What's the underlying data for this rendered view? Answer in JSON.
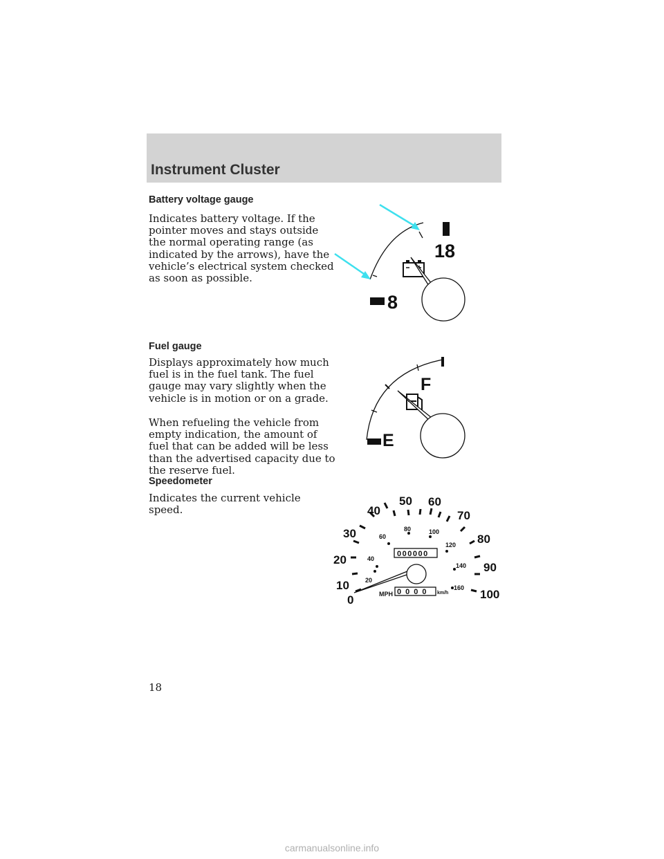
{
  "header": {
    "title": "Instrument Cluster"
  },
  "sections": {
    "battery": {
      "heading": "Battery voltage gauge",
      "text": "Indicates battery voltage. If the pointer moves and stays outside the normal operating range (as indicated by the arrows), have the vehicle’s electrical system checked as soon as possible.",
      "gauge": {
        "low_label": "8",
        "high_label": "18"
      }
    },
    "fuel": {
      "heading": "Fuel gauge",
      "text1": "Displays approximately how much fuel is in the fuel tank. The fuel gauge may vary slightly when the vehicle is in motion or on a grade.",
      "text2": "When refueling the vehicle from empty indication, the amount of fuel that can be added will be less than the advertised capacity due to the reserve fuel.",
      "gauge": {
        "empty_label": "E",
        "full_label": "F"
      }
    },
    "speedometer": {
      "heading": "Speedometer",
      "text": "Indicates the current vehicle speed.",
      "gauge": {
        "mph_labels": [
          "0",
          "10",
          "20",
          "30",
          "40",
          "50",
          "60",
          "70",
          "80",
          "90",
          "100"
        ],
        "kmh_labels": [
          "20",
          "40",
          "60",
          "80",
          "100",
          "120",
          "140",
          "160"
        ],
        "odometer": "000000",
        "trip": "0000",
        "mph_unit": "MPH",
        "kmh_unit": "km/h"
      }
    }
  },
  "page_number": "18",
  "watermark": "carmanualsonline.info",
  "colors": {
    "arrow": "#3ee0ee",
    "header_band": "#d3d3d3"
  }
}
